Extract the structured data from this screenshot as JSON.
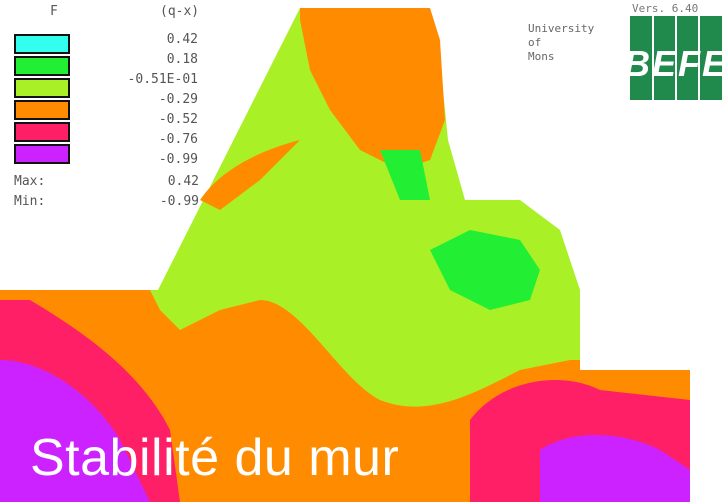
{
  "legend": {
    "field_label": "F",
    "quantity_label": "(q-x)",
    "levels": [
      "0.42",
      "0.18",
      "-0.51E-01",
      "-0.29",
      "-0.52",
      "-0.76",
      "-0.99"
    ],
    "colors": [
      "#33ffee",
      "#22ee33",
      "#aaf026",
      "#ff8c00",
      "#ff1f66",
      "#cc22ff"
    ],
    "max_label": "Max:",
    "max_value": "0.42",
    "min_label": "Min:",
    "min_value": "-0.99"
  },
  "institution": {
    "line1": "University",
    "line2": "of",
    "line3": "Mons",
    "version": "Vers. 6.40",
    "logo_text": "BEFE"
  },
  "caption": "Stabilité du mur"
}
